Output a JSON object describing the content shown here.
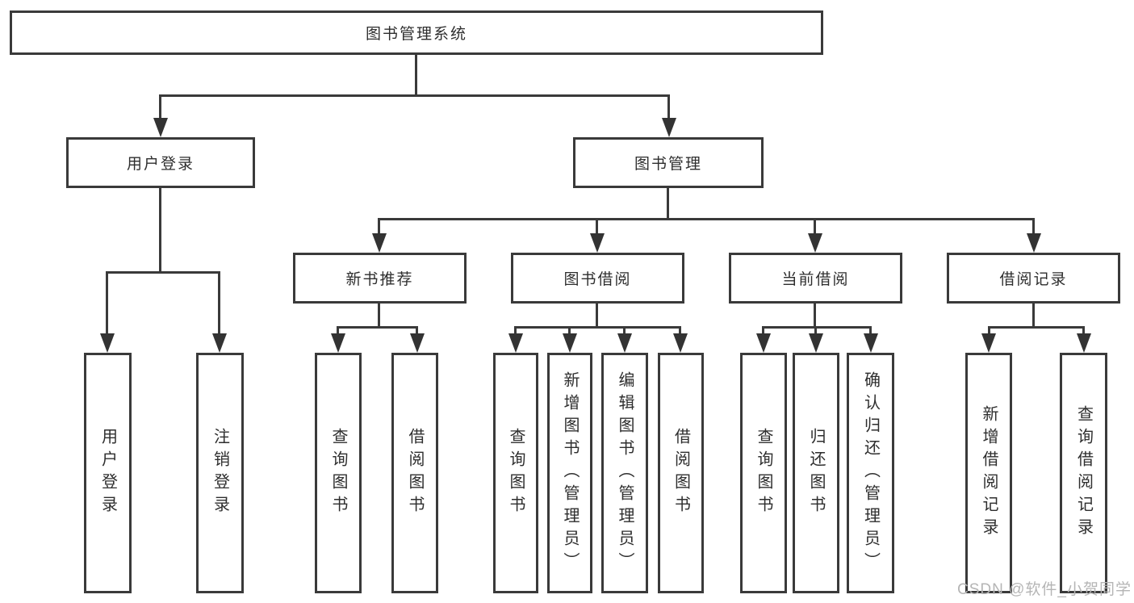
{
  "diagram": {
    "root": "图书管理系统",
    "level2": [
      "用户登录",
      "图书管理"
    ],
    "level3": [
      "新书推荐",
      "图书借阅",
      "当前借阅",
      "借阅记录"
    ],
    "level4": {
      "group1": [
        "用户登录",
        "注销登录"
      ],
      "group2": [
        "查询图书",
        "借阅图书"
      ],
      "group3": [
        "查询图书",
        "新增图书（管理员）",
        "编辑图书（管理员）",
        "借阅图书"
      ],
      "group4": [
        "查询图书",
        "归还图书",
        "确认归还（管理员）"
      ],
      "group5": [
        "新增借阅记录",
        "查询借阅记录"
      ]
    }
  },
  "watermark": "CSDN @软件_小贺同学",
  "colors": {
    "line": "#3a3a3a",
    "box_background": "#ffffff",
    "text": "#2e2e2e",
    "watermark": "#b5b5b5"
  }
}
